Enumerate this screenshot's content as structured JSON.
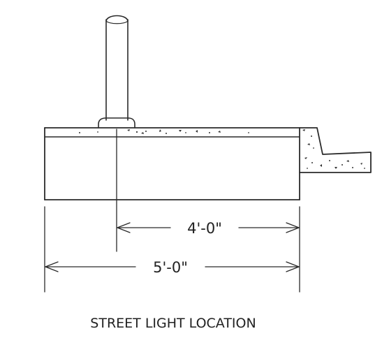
{
  "drawing": {
    "dimension_1": "4'-0\"",
    "dimension_2": "5'-0\"",
    "caption": "STREET LIGHT LOCATION"
  }
}
